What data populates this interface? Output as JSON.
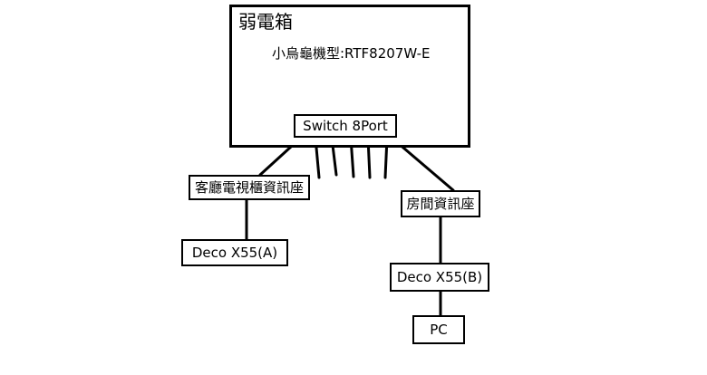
{
  "cabinet": {
    "title": "弱電箱",
    "modem_label": "小烏龜機型:RTF8207W-E"
  },
  "switch": {
    "label": "Switch 8Port"
  },
  "outlets": {
    "living_room": "客廳電視櫃資訊座",
    "bedroom": "房間資訊座"
  },
  "devices": {
    "deco_a": "Deco X55(A)",
    "deco_b": "Deco X55(B)",
    "pc": "PC"
  }
}
